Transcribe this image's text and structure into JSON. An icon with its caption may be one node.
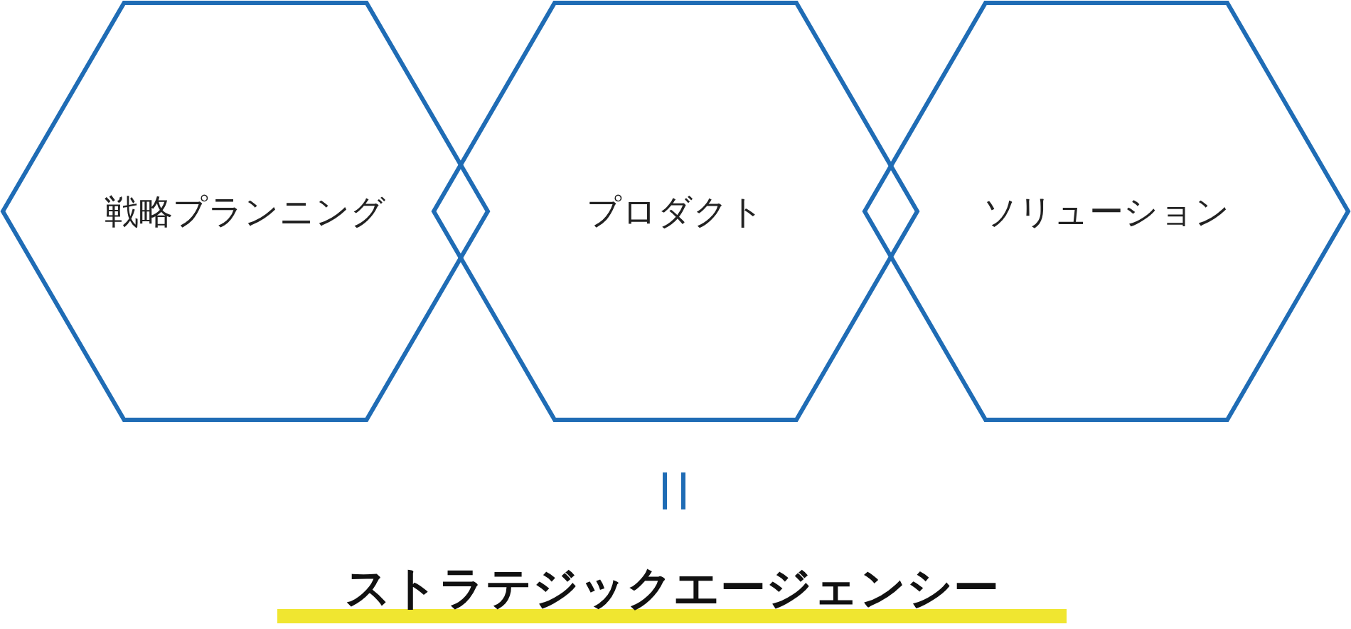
{
  "diagram": {
    "title": "ストラテジックエージェンシー",
    "nodes": [
      {
        "text": [
          "戦略プランニング"
        ]
      },
      {
        "text": [
          "プロダクト"
        ]
      },
      {
        "text": [
          "ソリューション"
        ]
      }
    ]
  }
}
